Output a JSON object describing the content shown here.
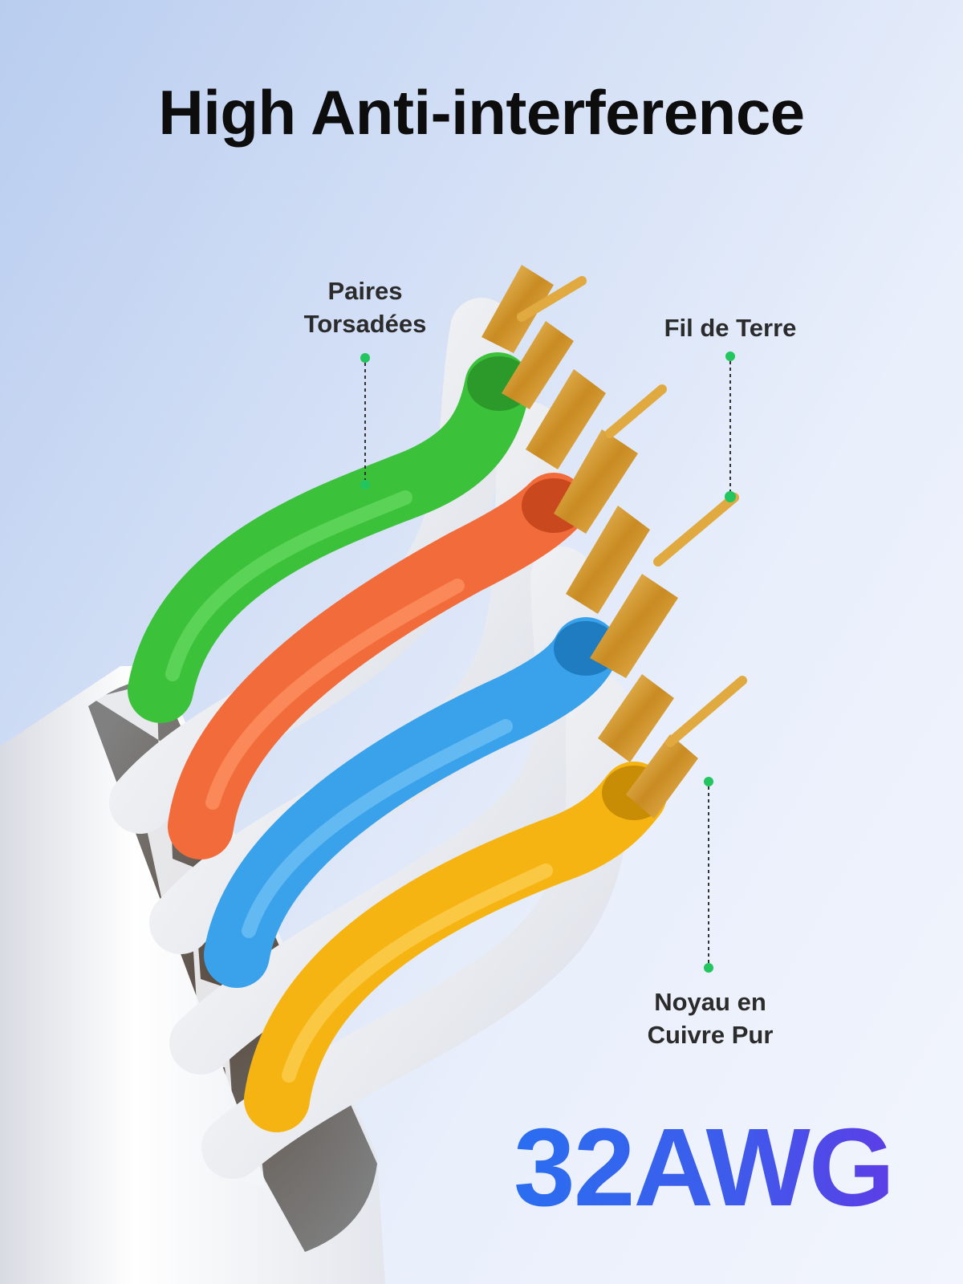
{
  "headline": "High Anti-interference",
  "callouts": {
    "twisted_pairs": [
      "Paires",
      "Torsadées"
    ],
    "ground_wire": "Fil de Terre",
    "copper_core": [
      "Noyau en",
      "Cuivre Pur"
    ]
  },
  "gauge_label": "32AWG",
  "colors": {
    "accent_gradient_start": "#2a6ef0",
    "accent_gradient_end": "#5d3ce6",
    "callout_dot": "#22c55e",
    "wire_green": "#3cc13a",
    "wire_orange": "#f26b3a",
    "wire_blue": "#3aa2ea",
    "wire_yellow": "#f5b412",
    "copper": "#d9a23c"
  }
}
